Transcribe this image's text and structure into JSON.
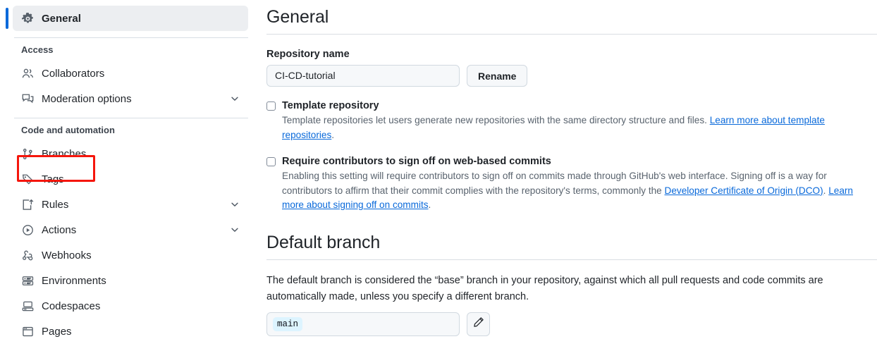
{
  "sidebar": {
    "top_items": [
      {
        "label": "General",
        "icon": "gear-icon",
        "selected": true,
        "chevron": false
      }
    ],
    "groups": [
      {
        "label": "Access",
        "items": [
          {
            "label": "Collaborators",
            "icon": "people-icon",
            "chevron": false
          },
          {
            "label": "Moderation options",
            "icon": "comment-discussion-icon",
            "chevron": true
          }
        ]
      },
      {
        "label": "Code and automation",
        "items": [
          {
            "label": "Branches",
            "icon": "git-branch-icon",
            "chevron": false,
            "highlighted": true
          },
          {
            "label": "Tags",
            "icon": "tag-icon",
            "chevron": false
          },
          {
            "label": "Rules",
            "icon": "rules-icon",
            "chevron": true
          },
          {
            "label": "Actions",
            "icon": "play-circle-icon",
            "chevron": true
          },
          {
            "label": "Webhooks",
            "icon": "webhook-icon",
            "chevron": false
          },
          {
            "label": "Environments",
            "icon": "server-icon",
            "chevron": false
          },
          {
            "label": "Codespaces",
            "icon": "codespaces-icon",
            "chevron": false
          },
          {
            "label": "Pages",
            "icon": "browser-icon",
            "chevron": false
          }
        ]
      }
    ]
  },
  "main": {
    "heading": "General",
    "repository_name": {
      "label": "Repository name",
      "value": "CI-CD-tutorial",
      "rename_button": "Rename"
    },
    "template_repository": {
      "title": "Template repository",
      "checked": false,
      "description_before": "Template repositories let users generate new repositories with the same directory structure and files. ",
      "link_text": "Learn more about template repositories",
      "description_after": "."
    },
    "signoff": {
      "title": "Require contributors to sign off on web-based commits",
      "checked": false,
      "description_part1": "Enabling this setting will require contributors to sign off on commits made through GitHub's web interface. Signing off is a way for contributors to affirm that their commit complies with the repository's terms, commonly the ",
      "link1_text": "Developer Certificate of Origin (DCO)",
      "description_part2": ". ",
      "link2_text": "Learn more about signing off on commits",
      "description_part3": "."
    },
    "default_branch": {
      "heading": "Default branch",
      "paragraph": "The default branch is considered the “base” branch in your repository, against which all pull requests and code commits are automatically made, unless you specify a different branch.",
      "branch_name": "main",
      "edit_icon": "pencil-icon"
    }
  },
  "colors": {
    "accent": "#0969da",
    "annotation": "#f5160c",
    "selected_bg": "#eceef1",
    "chip_bg": "#ddf4ff",
    "border": "#d1d9e0",
    "muted_text": "#59636e"
  }
}
